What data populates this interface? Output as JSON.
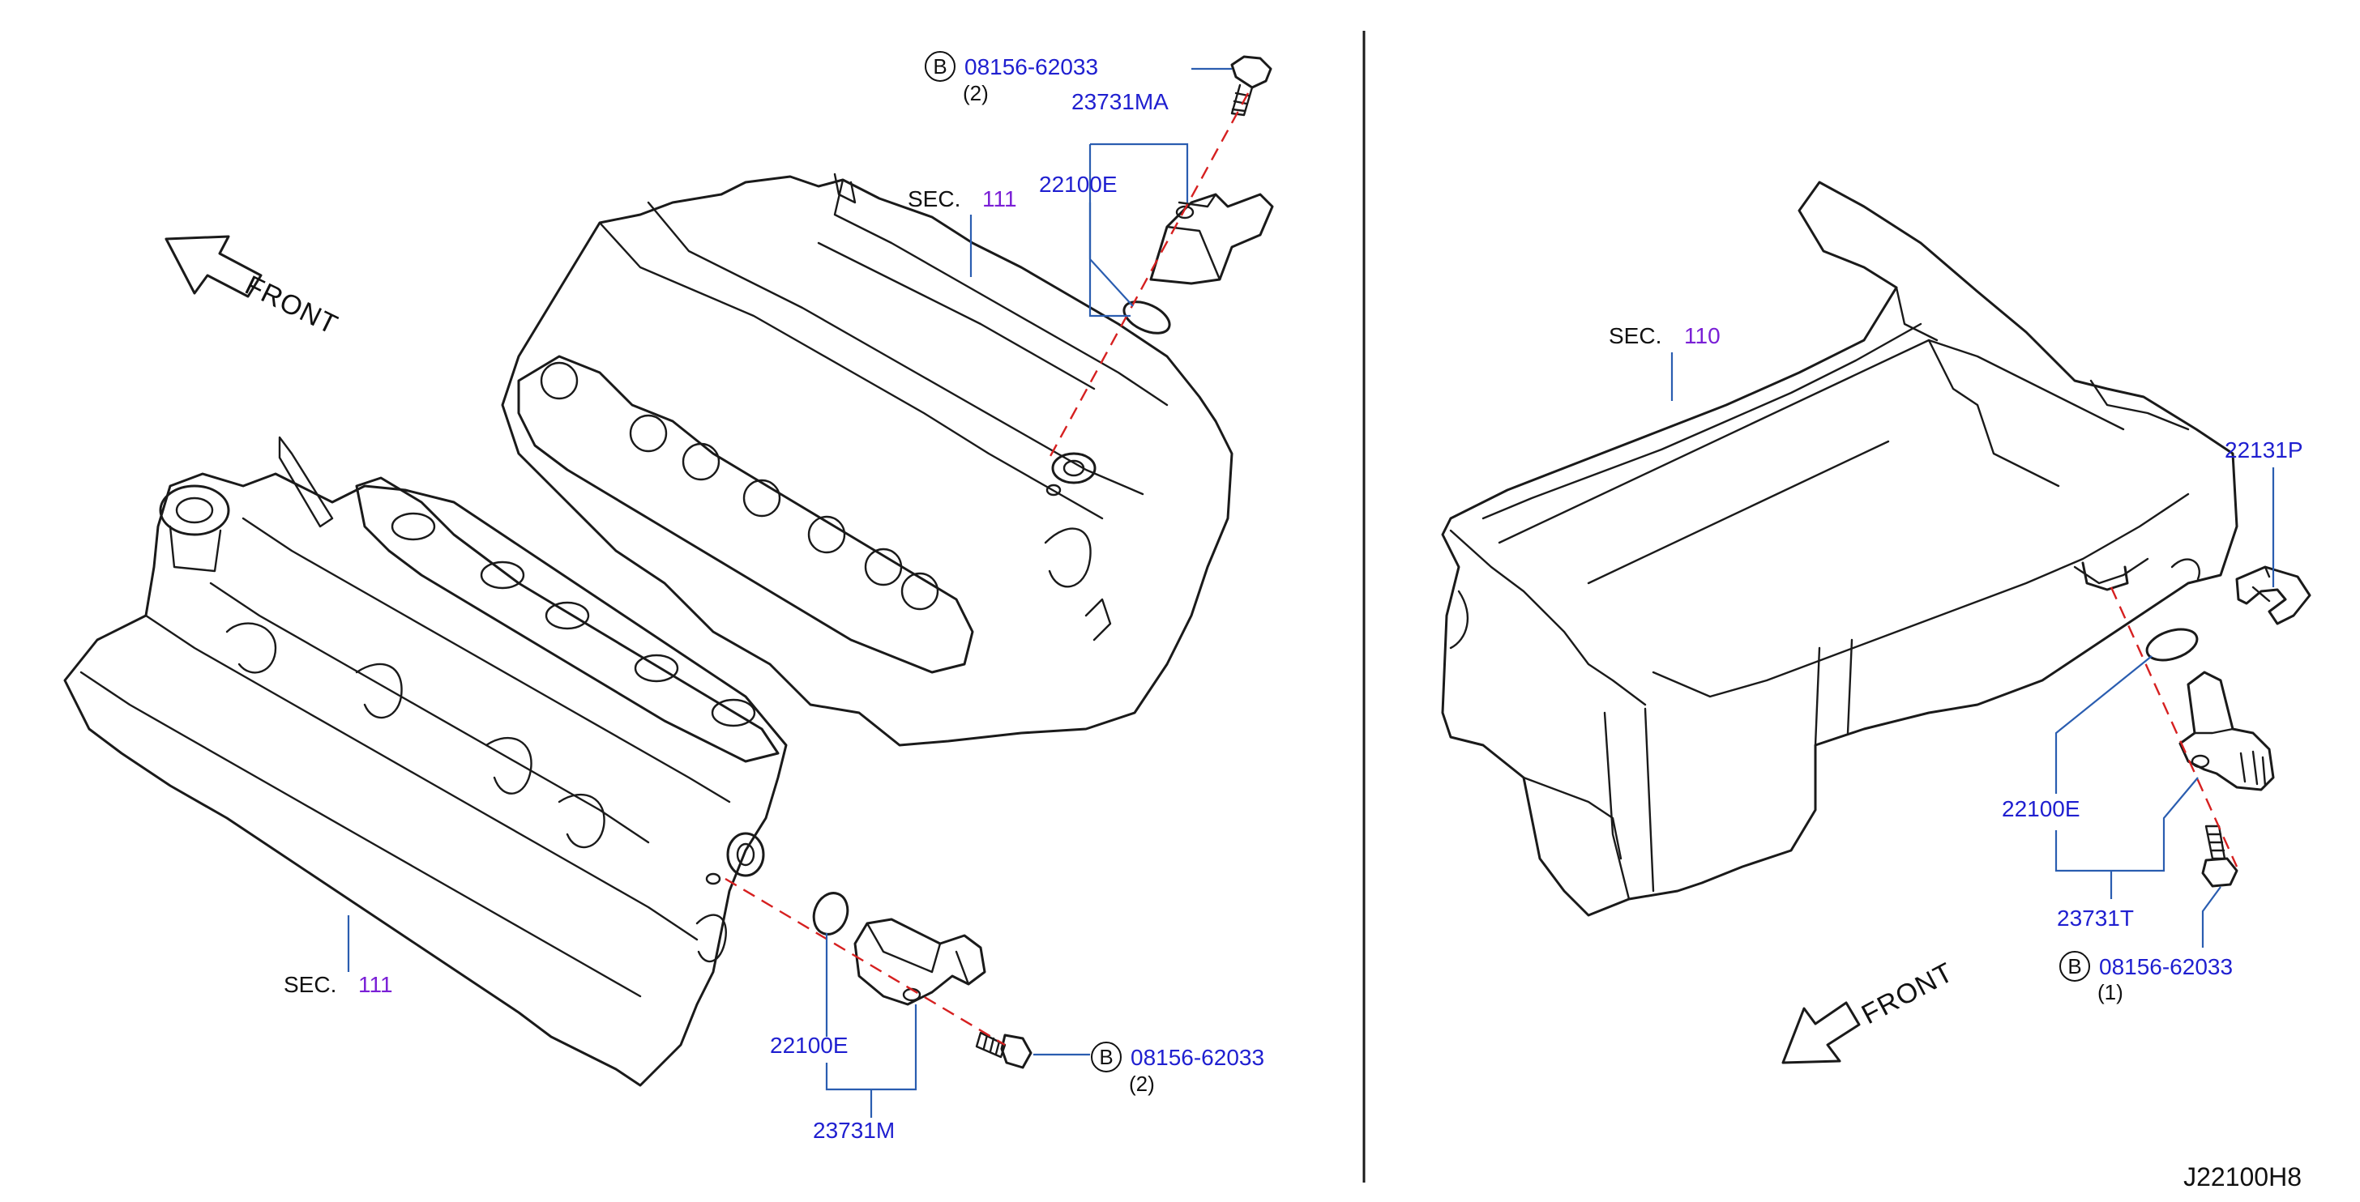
{
  "figure_id": "J22100H8",
  "front_label": "FRONT",
  "sec_label": "SEC.",
  "left_panel": {
    "sec_top": "111",
    "sec_bottom": "111",
    "top_sensor": {
      "bolt_badge": "B",
      "bolt_part": "08156-62033",
      "bolt_qty": "(2)",
      "sensor_part": "23731MA",
      "oring_part": "22100E"
    },
    "bottom_sensor": {
      "bolt_badge": "B",
      "bolt_part": "08156-62033",
      "bolt_qty": "(2)",
      "sensor_part": "23731M",
      "oring_part": "22100E"
    }
  },
  "right_panel": {
    "sec": "110",
    "clip_part": "22131P",
    "oring_part": "22100E",
    "sensor_part": "23731T",
    "bolt_badge": "B",
    "bolt_part": "08156-62033",
    "bolt_qty": "(1)"
  },
  "colors": {
    "part_number": "#1f1fd0",
    "section_number": "#7a1fd6",
    "leader": "#2a5db0",
    "center_line": "#d62020"
  }
}
